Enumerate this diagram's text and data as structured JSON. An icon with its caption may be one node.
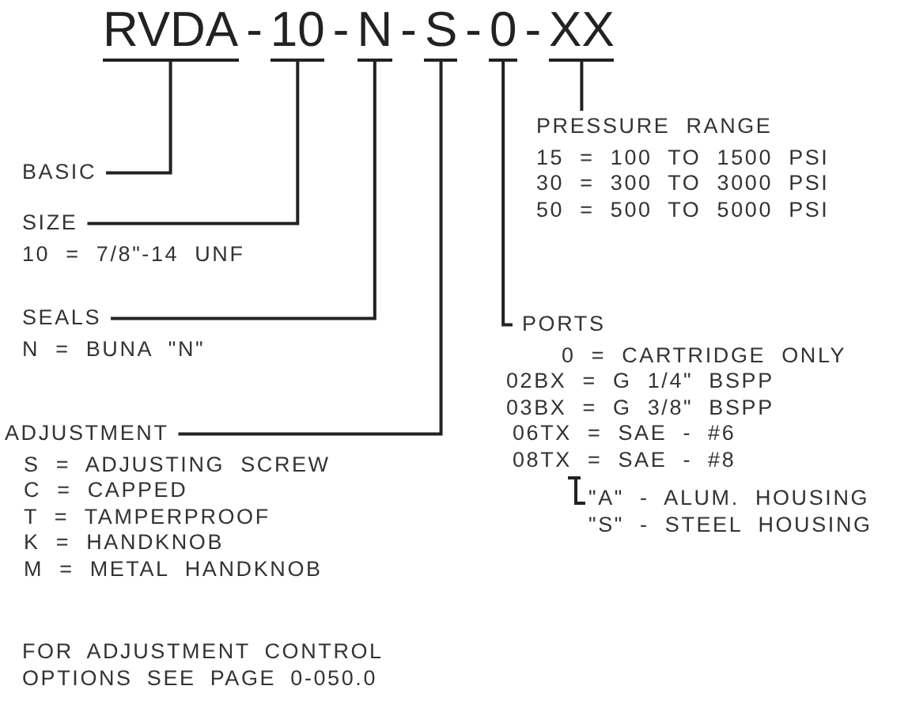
{
  "diagram": {
    "nodes": [
      {
        "text": [
          "RVDA"
        ]
      },
      {
        "text": [
          "10"
        ]
      },
      {
        "text": [
          "N"
        ]
      },
      {
        "text": [
          "S"
        ]
      },
      {
        "text": [
          "0"
        ]
      },
      {
        "text": [
          "XX"
        ]
      },
      {
        "text": [
          "BASIC"
        ]
      },
      {
        "text": [
          "SIZE",
          "10 = 7/8\"-14 UNF"
        ]
      },
      {
        "text": [
          "SEALS",
          "N = BUNA \"N\""
        ]
      },
      {
        "text": [
          "ADJUSTMENT",
          "S = ADJUSTING SCREW",
          "C = CAPPED",
          "T = TAMPERPROOF",
          "K = HANDKNOB",
          "M = METAL HANDKNOB"
        ]
      },
      {
        "text": [
          "PORTS",
          "0 = CARTRIDGE ONLY",
          "02BX = G 1/4\" BSPP",
          "03BX = G 3/8\" BSPP",
          "06TX = SAE - #6",
          "08TX = SAE - #8",
          "\"A\" - ALUM. HOUSING",
          "\"S\" - STEEL HOUSING"
        ]
      },
      {
        "text": [
          "PRESSURE RANGE",
          "15 = 100 TO 1500 PSI",
          "30 = 300 TO 3000 PSI",
          "50 = 500 TO 5000 PSI"
        ]
      }
    ],
    "edges": [
      {
        "from": 0,
        "to": 6,
        "arrow": "none"
      },
      {
        "from": 1,
        "to": 7,
        "arrow": "none"
      },
      {
        "from": 2,
        "to": 8,
        "arrow": "none"
      },
      {
        "from": 3,
        "to": 9,
        "arrow": "none"
      },
      {
        "from": 4,
        "to": 10,
        "arrow": "none"
      },
      {
        "from": 5,
        "to": 11,
        "arrow": "none"
      }
    ],
    "labels": [
      "-",
      "-",
      "-",
      "-",
      "-",
      "FOR ADJUSTMENT CONTROL OPTIONS SEE PAGE 0-050.0"
    ]
  }
}
